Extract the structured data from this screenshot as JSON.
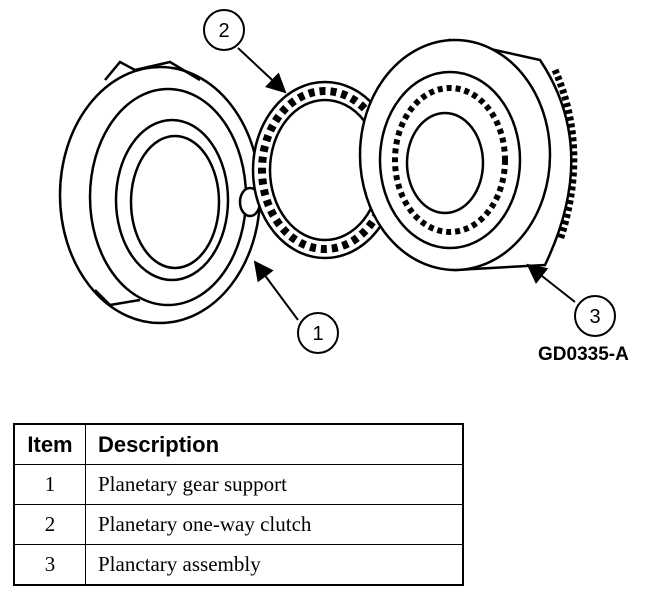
{
  "callouts": [
    {
      "number": "1"
    },
    {
      "number": "2"
    },
    {
      "number": "3"
    }
  ],
  "figure_id": "GD0335-A",
  "table": {
    "headers": {
      "item": "Item",
      "description": "Description"
    },
    "rows": [
      {
        "item": "1",
        "description": "Planetary gear support"
      },
      {
        "item": "2",
        "description": "Planetary one-way clutch"
      },
      {
        "item": "3",
        "description": "Planctary assembly"
      }
    ]
  }
}
